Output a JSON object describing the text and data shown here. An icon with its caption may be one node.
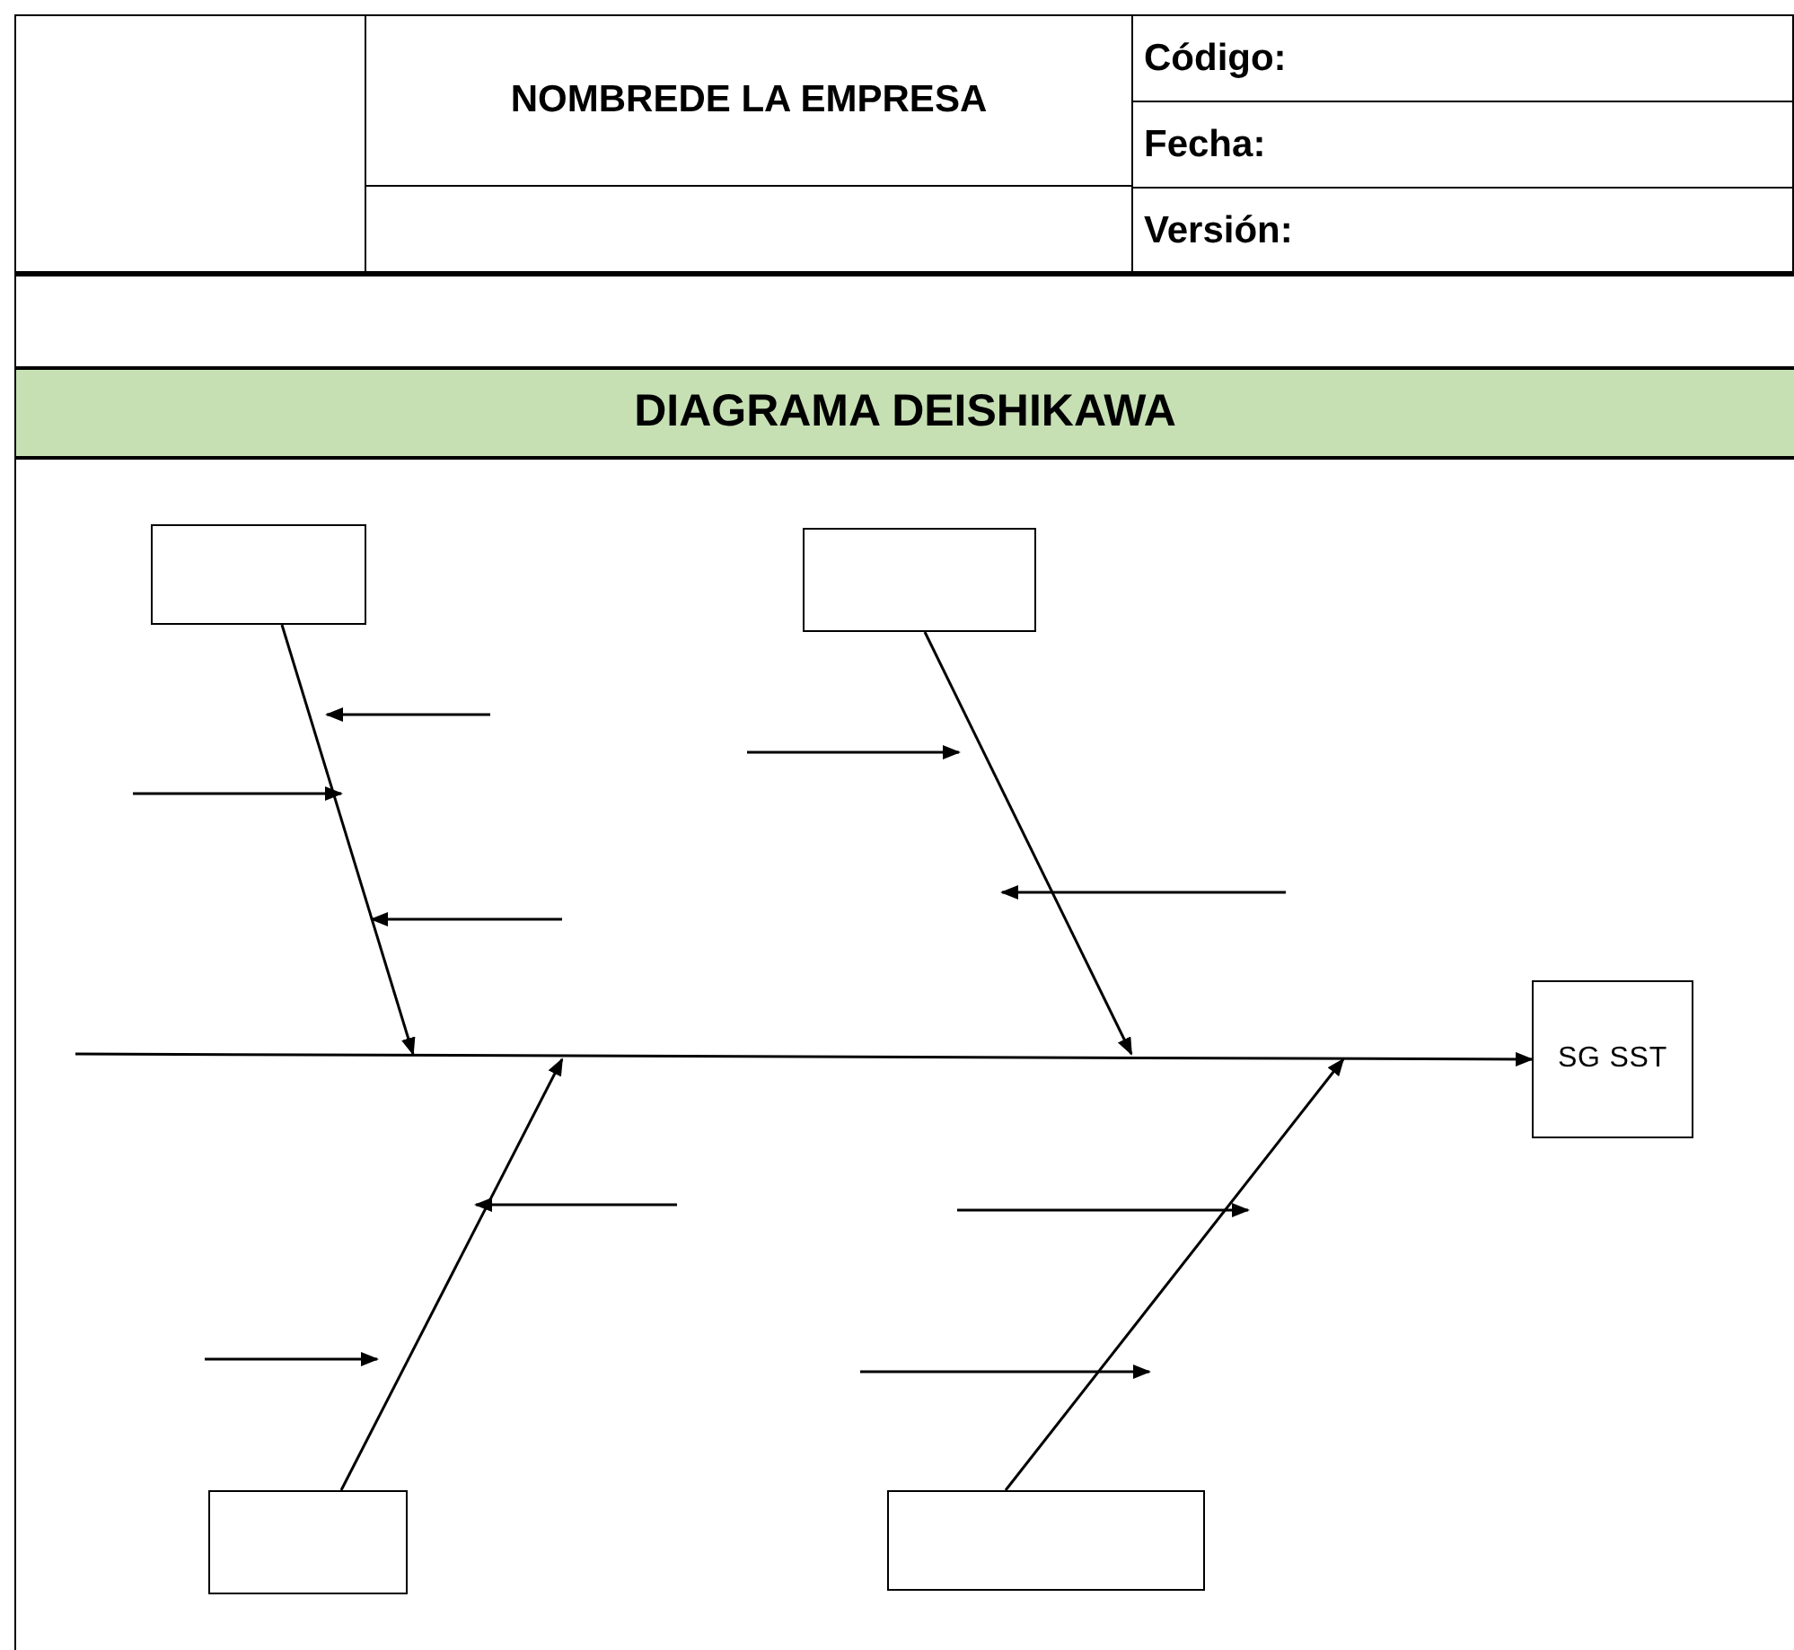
{
  "diagram": {
    "title": "DIAGRAMA DEISHIKAWA",
    "nodes": [
      {
        "text": [],
        "shape": "box"
      },
      {
        "text": [],
        "shape": "box"
      },
      {
        "text": [
          "SG SST"
        ]
      },
      {
        "text": [],
        "shape": "box"
      },
      {
        "text": [],
        "shape": "box"
      }
    ],
    "edges": [
      {
        "from": null,
        "to": 2,
        "arrow": "to"
      },
      {
        "from": 0,
        "to": null,
        "arrow": "to"
      },
      {
        "from": 1,
        "to": null,
        "arrow": "to"
      },
      {
        "from": 3,
        "to": null,
        "arrow": "to"
      },
      {
        "from": 4,
        "to": null,
        "arrow": "to"
      }
    ],
    "labels": [
      "NOMBREDE LA EMPRESA",
      "Código:",
      "Fecha:",
      "Versión:"
    ]
  }
}
